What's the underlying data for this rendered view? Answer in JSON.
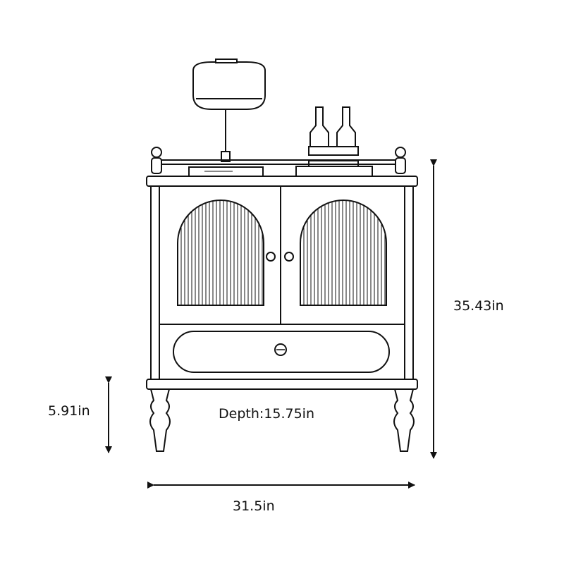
{
  "dimensions": {
    "height": "35.43in",
    "leg_height": "5.91in",
    "depth": "Depth:15.75in",
    "width": "31.5in"
  },
  "colors": {
    "line": "#111111",
    "background": "#ffffff"
  }
}
